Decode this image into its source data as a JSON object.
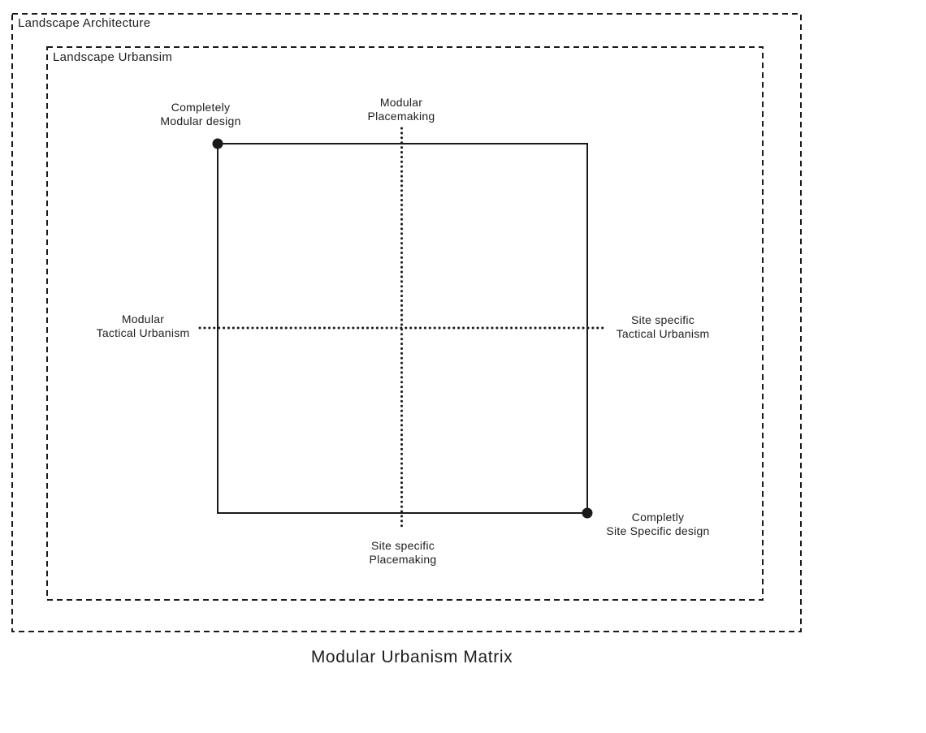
{
  "caption": "Modular Urbanism Matrix",
  "frames": {
    "outer_label": "Landscape Architecture",
    "inner_label": "Landscape Urbansim"
  },
  "matrix_labels": {
    "top_left": "Completely\nModular design",
    "top_center": "Modular\nPlacemaking",
    "left": "Modular\nTactical Urbanism",
    "right": "Site specific\nTactical Urbanism",
    "bottom_center": "Site specific\nPlacemaking",
    "bottom_right": "Completly\nSite Specific design"
  },
  "colors": {
    "line": "#1a1a1a",
    "text": "#1e1e1e",
    "background": "#ffffff"
  }
}
